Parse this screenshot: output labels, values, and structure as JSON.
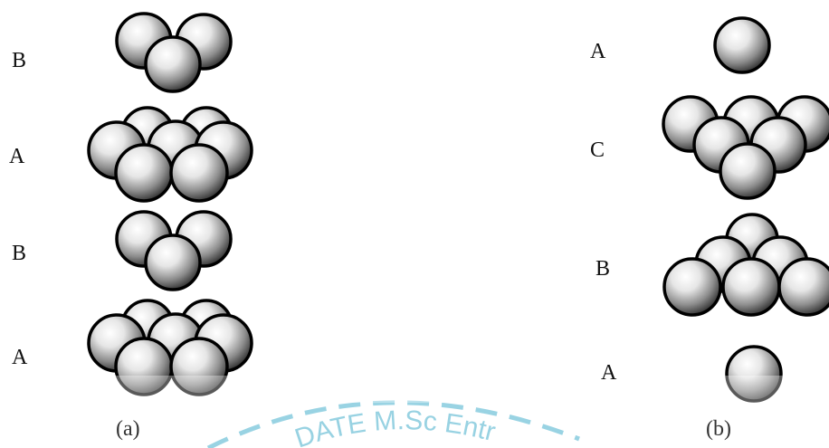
{
  "panel_a": {
    "caption": "(a)",
    "layers": [
      {
        "label": "B"
      },
      {
        "label": "A"
      },
      {
        "label": "B"
      },
      {
        "label": "A"
      }
    ]
  },
  "panel_b": {
    "caption": "(b)",
    "layers": [
      {
        "label": "A"
      },
      {
        "label": "C"
      },
      {
        "label": "B"
      },
      {
        "label": "A"
      }
    ]
  },
  "watermark": {
    "text": "DATE M.Sc Entr",
    "color": "#7fc8dc"
  },
  "colors": {
    "sphere_highlight": "#ffffff",
    "sphere_shadow": "#2a2a2a",
    "sphere_outline": "#000000"
  }
}
